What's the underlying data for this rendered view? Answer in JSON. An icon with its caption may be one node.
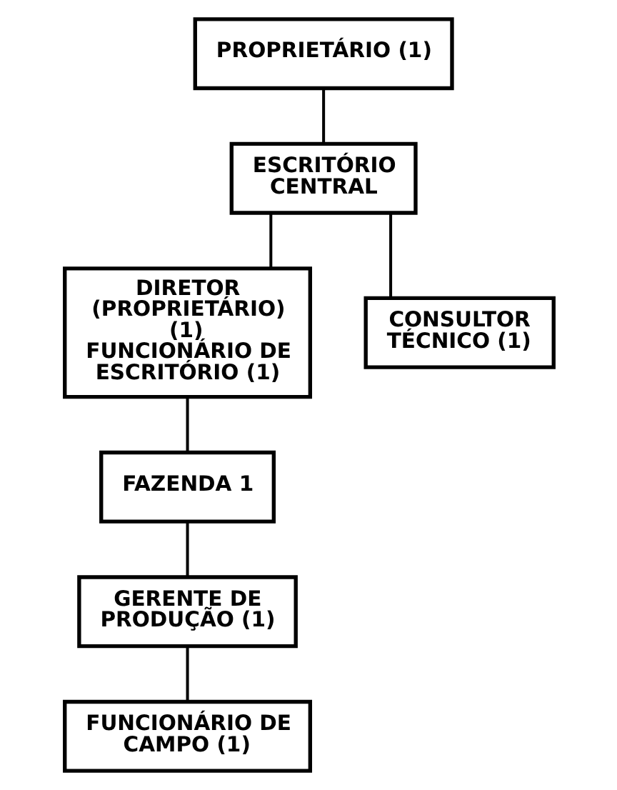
{
  "diagram": {
    "nodes": [
      {
        "text": [
          "PROPRIETÁRIO (1)"
        ]
      },
      {
        "text": [
          "ESCRITÓRIO CENTRAL"
        ]
      },
      {
        "text": [
          "DIRETOR (PROPRIETÁRIO) (1)",
          "FUNCIONÁRIO DE ESCRITÓRIO (1)"
        ]
      },
      {
        "text": [
          "CONSULTOR TÉCNICO (1)"
        ]
      },
      {
        "text": [
          "FAZENDA 1"
        ]
      },
      {
        "text": [
          "GERENTE DE PRODUÇÃO (1)"
        ]
      },
      {
        "text": [
          "FUNCIONÁRIO DE CAMPO (1)"
        ]
      }
    ],
    "edges": [
      {
        "from": 0,
        "to": 1,
        "arrow": "none"
      },
      {
        "from": 1,
        "to": 2,
        "arrow": "none"
      },
      {
        "from": 1,
        "to": 3,
        "arrow": "none"
      },
      {
        "from": 2,
        "to": 4,
        "arrow": "none"
      },
      {
        "from": 4,
        "to": 5,
        "arrow": "none"
      },
      {
        "from": 5,
        "to": 6,
        "arrow": "none"
      }
    ]
  }
}
